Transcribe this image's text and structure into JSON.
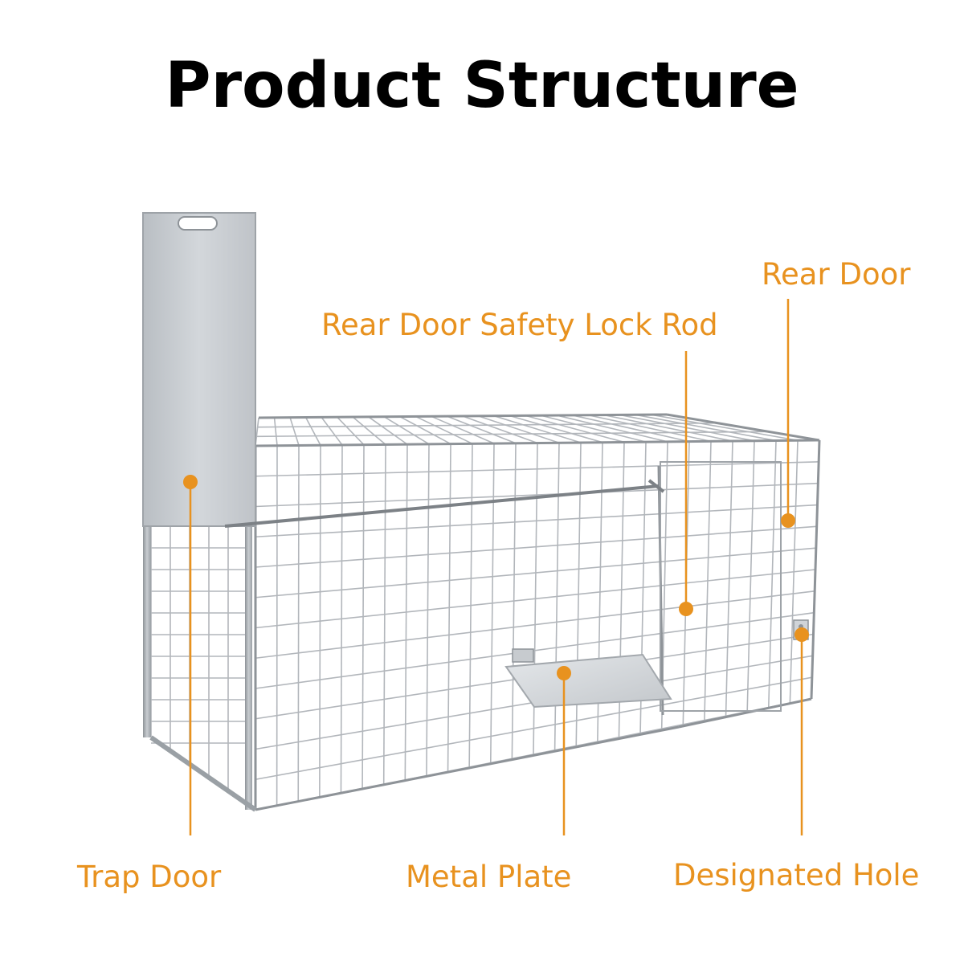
{
  "title": "Product Structure",
  "labels": {
    "rear_door": "Rear Door",
    "lock_rod": "Rear Door Safety Lock Rod",
    "trap_door": "Trap Door",
    "metal_plate": "Metal Plate",
    "designated_hole": "Designated Hole"
  },
  "colors": {
    "accent": "#e8921f",
    "title": "#000000",
    "wire": "#a9adb2",
    "metal_sheet": "#c4c8cc"
  }
}
